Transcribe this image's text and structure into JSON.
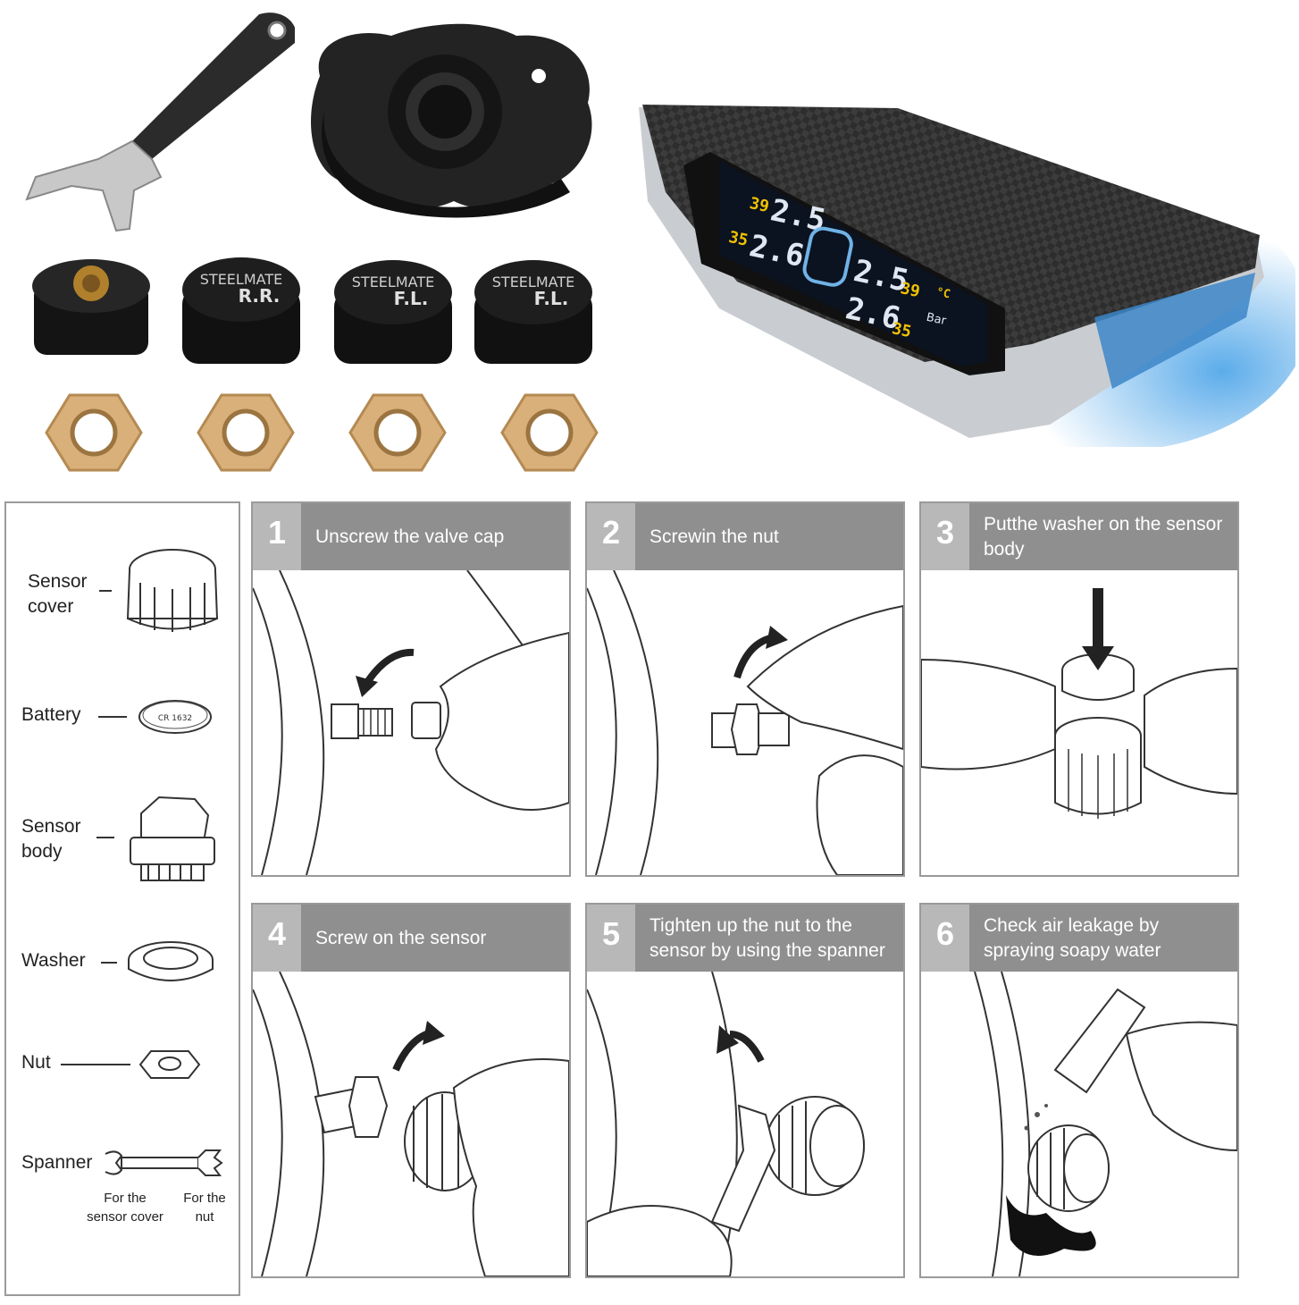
{
  "monitor": {
    "lcd": {
      "top_left_pressure": "2.5",
      "top_left_temp": "39",
      "bottom_left_pressure": "2.6",
      "bottom_left_temp": "35",
      "top_right_pressure": "2.5",
      "top_right_temp": "39",
      "bottom_right_pressure": "2.6",
      "bottom_right_temp": "35",
      "temp_unit": "°C",
      "pressure_unit": "Bar"
    }
  },
  "sensor_caps": [
    {
      "label": "R.R.",
      "brand": "STEELMATE"
    },
    {
      "label": "F.L.",
      "brand": "STEELMATE"
    },
    {
      "label": "F.L.",
      "brand": "STEELMATE"
    }
  ],
  "parts": {
    "sensor_cover": "Sensor\ncover",
    "battery": "Battery",
    "battery_marking": "CR 1632",
    "sensor_body": "Sensor\nbody",
    "washer": "Washer",
    "nut": "Nut",
    "spanner": "Spanner",
    "spanner_left_use": "For the\nsensor cover",
    "spanner_right_use": "For the\nnut"
  },
  "steps": [
    {
      "number": "1",
      "title": "Unscrew the valve cap"
    },
    {
      "number": "2",
      "title": "Screwin the nut"
    },
    {
      "number": "3",
      "title": "Putthe washer on the sensor body"
    },
    {
      "number": "4",
      "title": "Screw on the sensor"
    },
    {
      "number": "5",
      "title": "Tighten up the nut to the sensor by using the spanner"
    },
    {
      "number": "6",
      "title": "Check air leakage by spraying soapy water"
    }
  ],
  "colors": {
    "step_header": "#8f8f8f",
    "step_number_bg": "#b8b8b8",
    "lcd_digits": "#dfe7f2",
    "lcd_temp": "#f2c200",
    "monitor_glow": "#4aa3e8"
  }
}
